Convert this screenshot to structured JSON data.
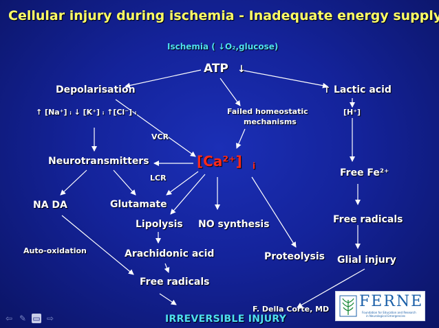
{
  "title": "Cellular injury during ischemia - Inadequate energy supply",
  "ischemia": "Ischemia ( ↓O₂,glucose)",
  "atp": "ATP",
  "atp_arrow": "↓",
  "depolarisation": "Depolarisation",
  "ions": "↑ [Na⁺] ᵢ ↓ [K⁺] ᵢ ↑[Cl⁻] ᵢ",
  "lactic_arrow": "↑",
  "lactic_acid": "Lactic acid",
  "h_plus": "[H⁺]",
  "failed_homeostatic": [
    "Failed homeostatic",
    "mechanisms"
  ],
  "vcr": "VCR",
  "lcr": "LCR",
  "neurotransmitters": "Neurotransmitters",
  "calcium": "[Ca²⁺]",
  "calcium_sub": "i",
  "free_fe": "Free Fe²⁺",
  "na_da": "NA DA",
  "glutamate": "Glutamate",
  "lipolysis": "Lipolysis",
  "no_synthesis": "NO synthesis",
  "free_radicals_right": "Free radicals",
  "auto_oxidation": "Auto-oxidation",
  "arachidonic_acid": "Arachidonic acid",
  "proteolysis": "Proteolysis",
  "glial_injury": "Glial injury",
  "free_radicals_center": "Free radicals",
  "author": "F. Della Corte, MD",
  "outcome": "IRREVERSIBLE INJURY",
  "ferne_logo": {
    "name": "FERNE",
    "subtitle": [
      "Foundation for Education and Research",
      "in Neurological Emergencies"
    ]
  },
  "nav_icons": [
    "arrow-left-icon",
    "pen-icon",
    "screen-icon",
    "arrow-right-icon"
  ],
  "colors": {
    "title": "#ffff66",
    "highlight": "#4fe0f0",
    "calcium": "#ff2a1a",
    "text": "#ffffff",
    "background": "#14239a"
  }
}
